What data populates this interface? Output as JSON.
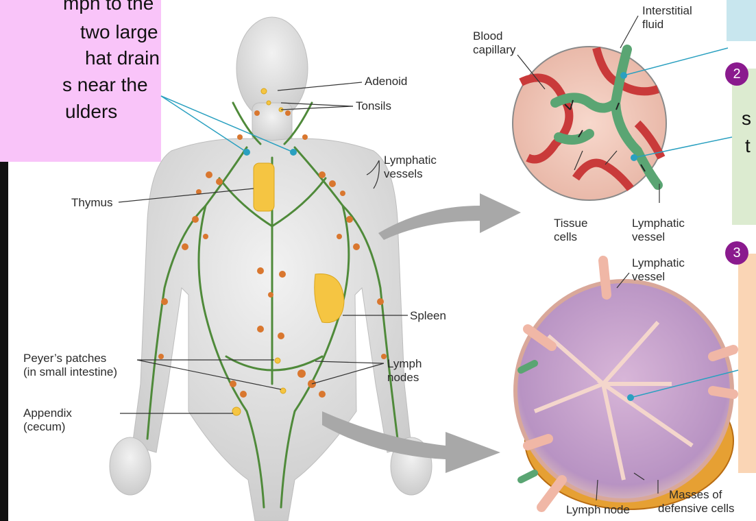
{
  "callout_1": {
    "lines": [
      "mph to the",
      "two large",
      "hat drain",
      "s near the",
      "ulders"
    ]
  },
  "callout_2": {
    "badge": "2",
    "lines": [
      "s",
      "t"
    ]
  },
  "callout_3": {
    "badge": "3"
  },
  "labels": {
    "adenoid": "Adenoid",
    "tonsils": "Tonsils",
    "thymus": "Thymus",
    "lymphatic_vessels_1": "Lymphatic",
    "lymphatic_vessels_2": "vessels",
    "spleen": "Spleen",
    "peyers_1": "Peyer’s patches",
    "peyers_2": "(in small intestine)",
    "lymph_nodes_1": "Lymph",
    "lymph_nodes_2": "nodes",
    "appendix_1": "Appendix",
    "appendix_2": "(cecum)",
    "interstitial_1": "Interstitial",
    "interstitial_2": "fluid",
    "blood_capillary_1": "Blood",
    "blood_capillary_2": "capillary",
    "tissue_cells_1": "Tissue",
    "tissue_cells_2": "cells",
    "lymphatic_vessel_top_1": "Lymphatic",
    "lymphatic_vessel_top_2": "vessel",
    "lymphatic_vessel_node_1": "Lymphatic",
    "lymphatic_vessel_node_2": "vessel",
    "lymph_node": "Lymph node",
    "masses_1": "Masses of",
    "masses_2": "defensive cells"
  },
  "colors": {
    "callout_1_bg": "#f9c4f9",
    "callout_2_bg": "#dcebd0",
    "callout_3_bg": "#fad5b5",
    "top_right_bg": "#c8e6ee",
    "badge": "#8a1a8e",
    "lymph_vessel": "#4f8a3a",
    "node": "#d9772f",
    "organ": "#f5c542",
    "blood": "#c93a3a",
    "pointer": "#2aa0c0"
  }
}
